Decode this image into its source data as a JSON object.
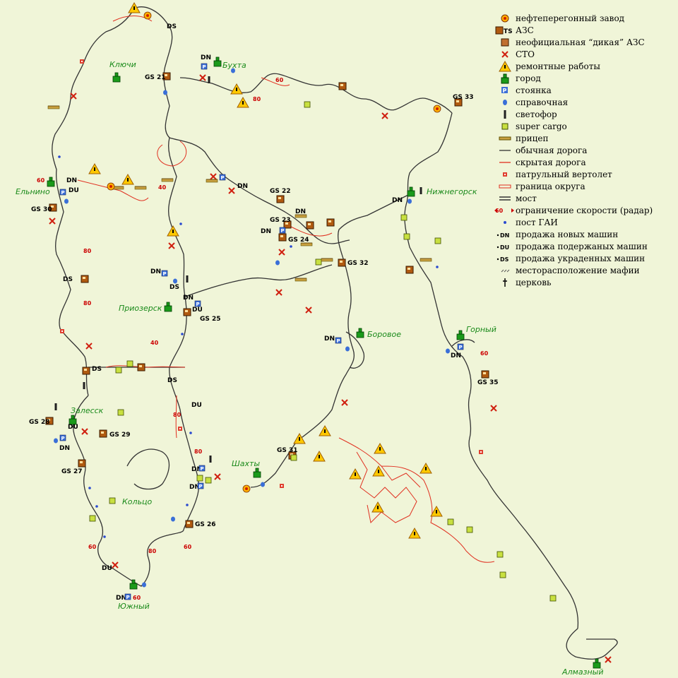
{
  "colors": {
    "background": "#f0f5d8",
    "road": "#333333",
    "hidden_road": "#e03020",
    "city": "#1a8a1a",
    "parking": "#3a6fd8",
    "speed": "#cc0000",
    "gas": "#b05a10",
    "cargo": "#b8d838"
  },
  "cities": [
    {
      "id": "klyuchi",
      "name": "Ключи"
    },
    {
      "id": "bukhta",
      "name": "Бухта"
    },
    {
      "id": "elnino",
      "name": "Ельнино"
    },
    {
      "id": "nizhnegorsk",
      "name": "Нижнегорск"
    },
    {
      "id": "priozersk",
      "name": "Приозерск"
    },
    {
      "id": "borovoe",
      "name": "Боровое"
    },
    {
      "id": "gorny",
      "name": "Горный"
    },
    {
      "id": "zalessk",
      "name": "Залесск"
    },
    {
      "id": "shakhty",
      "name": "Шахты"
    },
    {
      "id": "koltso",
      "name": "Кольцо"
    },
    {
      "id": "yuzhny",
      "name": "Южный"
    },
    {
      "id": "almazny",
      "name": "Алмазный"
    }
  ],
  "gas_stations": [
    "GS 21",
    "GS 22",
    "GS 23",
    "GS 24",
    "GS 25",
    "GS 26",
    "GS 27",
    "GS 28",
    "GS 29",
    "GS 30",
    "GS 31",
    "GS 32",
    "GS 33",
    "GS 35"
  ],
  "sale_codes": {
    "new": "DN",
    "used": "DU",
    "stolen": "DS",
    "ts": "TS"
  },
  "speed_limits": [
    "80",
    "80",
    "60",
    "40",
    "80",
    "80",
    "40",
    "80",
    "80",
    "60",
    "60",
    "60",
    "60",
    "60"
  ],
  "legend": {
    "items": [
      {
        "icon": "refinery-icon",
        "label": "нефтеперегонный завод"
      },
      {
        "icon": "gas-station-icon",
        "label": "АЗС"
      },
      {
        "icon": "wild-gas-station-icon",
        "label": "неофициальная “дикая” АЗС"
      },
      {
        "icon": "service-station-icon",
        "label": "СТО"
      },
      {
        "icon": "roadwork-icon",
        "label": "ремонтные работы"
      },
      {
        "icon": "city-icon",
        "label": "город"
      },
      {
        "icon": "parking-icon",
        "label": "стоянка"
      },
      {
        "icon": "info-icon",
        "label": "справочная"
      },
      {
        "icon": "traffic-light-icon",
        "label": "светофор"
      },
      {
        "icon": "super-cargo-icon",
        "label": "super cargo"
      },
      {
        "icon": "trailer-icon",
        "label": "прицеп"
      },
      {
        "icon": "road-icon",
        "label": "обычная дорога"
      },
      {
        "icon": "hidden-road-icon",
        "label": "скрытая дорога"
      },
      {
        "icon": "helicopter-icon",
        "label": "патрульный вертолет"
      },
      {
        "icon": "border-icon",
        "label": "граница округа"
      },
      {
        "icon": "bridge-icon",
        "label": "мост"
      },
      {
        "icon": "speed-limit-icon",
        "label": "ограничение скорости (радар)"
      },
      {
        "icon": "police-post-icon",
        "label": "пост ГАИ"
      },
      {
        "icon": "new-cars-icon",
        "label": "продажа новых машин"
      },
      {
        "icon": "used-cars-icon",
        "label": "продажа подержаных машин"
      },
      {
        "icon": "stolen-cars-icon",
        "label": "продажа украденных машин"
      },
      {
        "icon": "mafia-icon",
        "label": "месторасположение мафии"
      },
      {
        "icon": "church-icon",
        "label": "церковь"
      }
    ],
    "ts_code": "TS",
    "speed_value": "60",
    "dn": "DN",
    "du": "DU",
    "ds": "DS"
  }
}
